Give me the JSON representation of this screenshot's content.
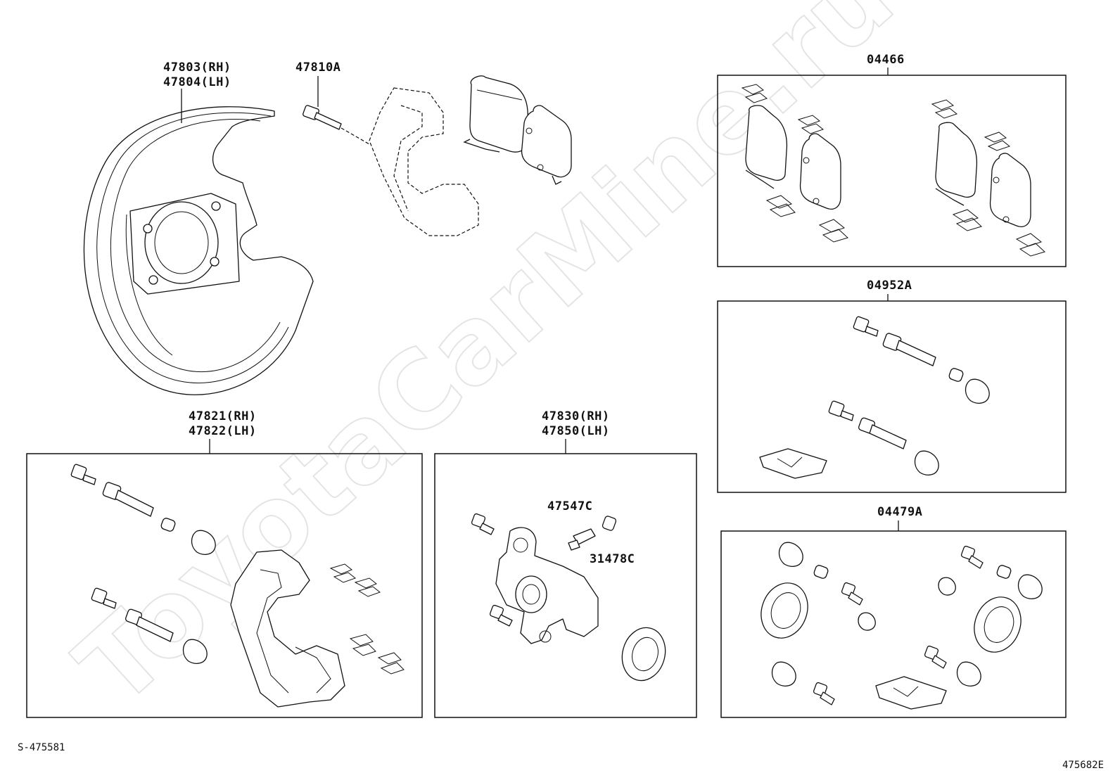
{
  "labels": {
    "shield_rh": "47803(RH)",
    "shield_lh": "47804(LH)",
    "bolt": "47810A",
    "pad_kit": "04466",
    "slide_kit": "04952A",
    "seal_kit": "04479A",
    "mount_rh": "47821(RH)",
    "mount_lh": "47822(LH)",
    "caliper_rh": "47830(RH)",
    "caliper_lh": "47850(LH)",
    "bleeder": "47547C",
    "bleeder_cap": "31478C"
  },
  "footer": {
    "left_code": "S-475581",
    "right_code": "475682E"
  },
  "watermark": "ToyotaCarMine.ru"
}
